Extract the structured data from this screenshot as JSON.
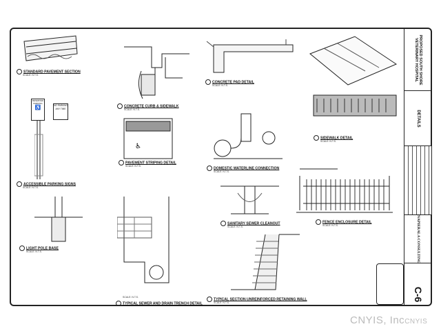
{
  "details": [
    {
      "id": "standard-pavement-section",
      "title": "STANDARD PAVEMENT SECTION",
      "scale": "SCALE: N.T.S."
    },
    {
      "id": "concrete-curb-sidewalk",
      "title": "CONCRETE CURB & SIDEWALK",
      "scale": "SCALE: N.T.S."
    },
    {
      "id": "concrete-pad-detail",
      "title": "CONCRETE PAD DETAIL",
      "scale": "SCALE: N.T.S."
    },
    {
      "id": "accessible-parking-signs",
      "title": "ACCESSIBLE PARKING SIGNS",
      "scale": "SCALE: N.T.S."
    },
    {
      "id": "pavement-striping-detail",
      "title": "PAVEMENT STRIPING DETAIL",
      "scale": "SCALE: N.T.S."
    },
    {
      "id": "domestic-waterline-connection",
      "title": "DOMESTIC WATERLINE CONNECTION",
      "scale": "SCALE: N.T.S."
    },
    {
      "id": "sidewalk-detail",
      "title": "SIDEWALK DETAIL",
      "scale": "SCALE: N.T.S."
    },
    {
      "id": "light-pole-base",
      "title": "LIGHT POLE BASE",
      "scale": "SCALE: N.T.S."
    },
    {
      "id": "typical-sewer-drain-trench",
      "title": "TYPICAL SEWER AND DRAIN TRENCH DETAIL",
      "scale": "SCALE: N.T.S."
    },
    {
      "id": "sanitary-sewer-cleanout",
      "title": "SANITARY SEWER CLEANOUT",
      "scale": "SCALE: N.T.S."
    },
    {
      "id": "fence-enclosure-detail",
      "title": "FENCE ENCLOSURE DETAIL",
      "scale": "SCALE: N.T.S."
    },
    {
      "id": "retaining-wall",
      "title": "TYPICAL SECTION UNREINFORCED RETAINING WALL",
      "scale": "SCALE: N.T.S."
    }
  ],
  "sign": {
    "top": "RESERVED PARKING",
    "bottom": "NO PARKING ANY TIME"
  },
  "title_block": {
    "project": "PROPOSED SOUTH SHORE VETERINARY HOSPITAL",
    "sheet_title": "DETAILS",
    "firm": "NAPIERALA CONSULTING",
    "sheet_number": "C-6"
  },
  "watermark": {
    "text": "CNYIS, Inc",
    "logo": "CNYIS"
  }
}
